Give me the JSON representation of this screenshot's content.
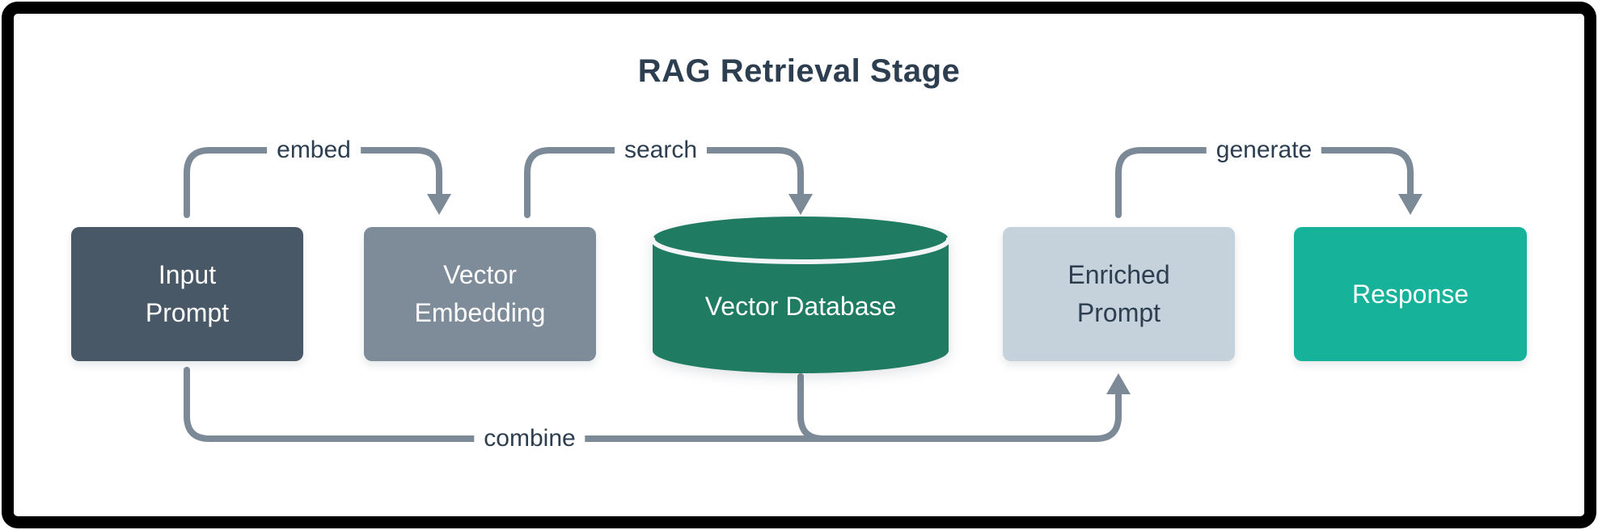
{
  "diagram": {
    "title": "RAG Retrieval Stage",
    "type": "flowchart",
    "nodes": {
      "input_prompt": {
        "line1": "Input",
        "line2": "Prompt",
        "shape": "rect",
        "fill": "#485866",
        "text": "#ffffff"
      },
      "vector_embedding": {
        "line1": "Vector",
        "line2": "Embedding",
        "shape": "rect",
        "fill": "#7e8b99",
        "text": "#ffffff"
      },
      "vector_database": {
        "label": "Vector Database",
        "shape": "cylinder",
        "fill": "#1f7b61",
        "text": "#ffffff"
      },
      "enriched_prompt": {
        "line1": "Enriched",
        "line2": "Prompt",
        "shape": "rect",
        "fill": "#c5d1db",
        "text": "#2c3e50"
      },
      "response": {
        "label": "Response",
        "shape": "rect",
        "fill": "#17b29a",
        "text": "#ffffff"
      }
    },
    "edges": [
      {
        "from": "input_prompt",
        "to": "vector_embedding",
        "label": "embed"
      },
      {
        "from": "vector_embedding",
        "to": "vector_database",
        "label": "search"
      },
      {
        "from": "input_prompt",
        "to": "enriched_prompt",
        "label": "combine"
      },
      {
        "from": "vector_database",
        "to": "enriched_prompt",
        "label": ""
      },
      {
        "from": "enriched_prompt",
        "to": "response",
        "label": "generate"
      }
    ],
    "colors": {
      "arrow": "#7c8a97",
      "edge_label_text": "#2c3e50",
      "title_text": "#2c3e50",
      "canvas": "#ffffff",
      "frame": "#000000",
      "cylinder_lid_line": "#f2f4f5"
    }
  }
}
